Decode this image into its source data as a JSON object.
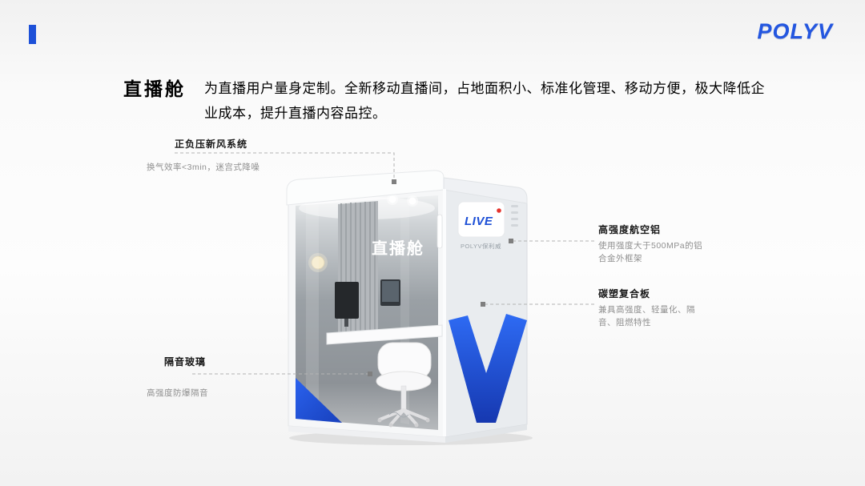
{
  "slide": {
    "background": "#f5f5f5",
    "accent_color": "#1d50d8",
    "brand_blue": "#2356e0"
  },
  "header": {
    "logo_text": "POLYV"
  },
  "intro": {
    "title": "直播舱",
    "description": "为直播用户量身定制。全新移动直播间，占地面积小、标准化管理、移动方便，极大降低企业成本，提升直播内容品控。"
  },
  "booth": {
    "live_badge": "LIVE",
    "badge_caption": "POLYV保利威",
    "glass_label": "直播舱"
  },
  "callouts": {
    "ventilation": {
      "label": "正负压新风系统",
      "detail": "换气效率<3min，迷宫式降噪"
    },
    "aluminum": {
      "label": "高强度航空铝",
      "detail": "使用强度大于500MPa的铝合金外框架"
    },
    "panel": {
      "label": "碳塑复合板",
      "detail": "兼具高强度、轻量化、隔音、阻燃特性"
    },
    "glass": {
      "label": "隔音玻璃",
      "detail": "高强度防爆隔音"
    }
  }
}
